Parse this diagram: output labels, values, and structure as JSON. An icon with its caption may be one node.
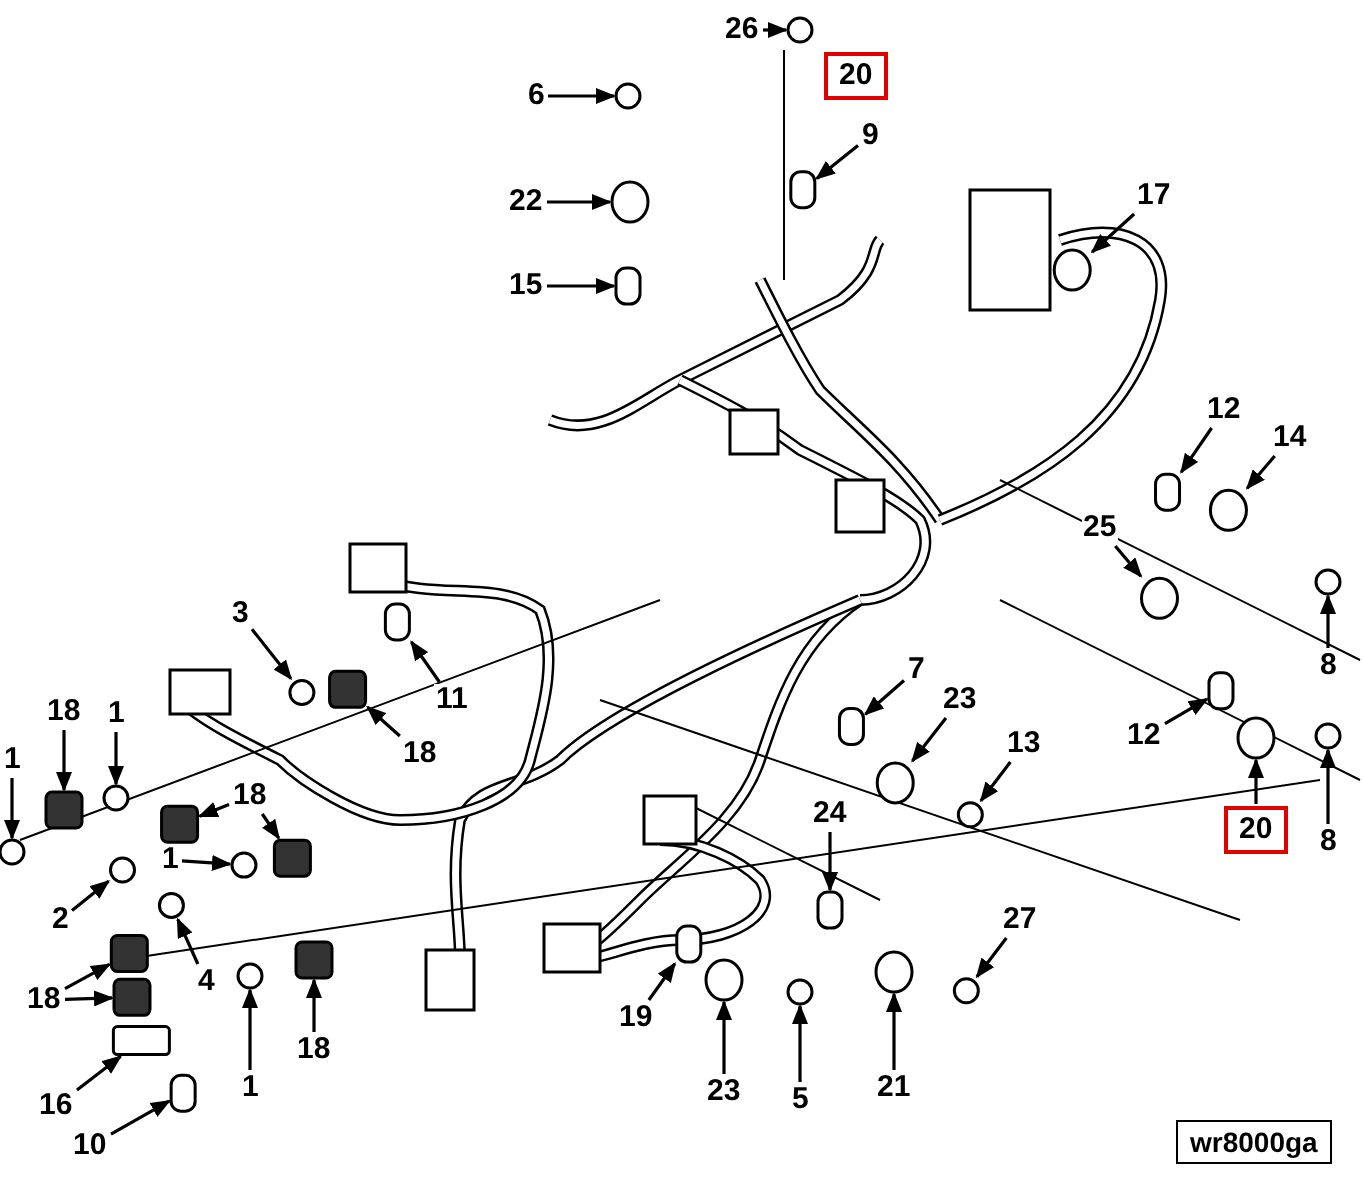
{
  "diagram": {
    "nodes": [
      {
        "text": [
          "26"
        ]
      },
      {
        "text": [
          "20"
        ]
      },
      {
        "text": [
          "6"
        ]
      },
      {
        "text": [
          "9"
        ]
      },
      {
        "text": [
          "22"
        ]
      },
      {
        "text": [
          "17"
        ]
      },
      {
        "text": [
          "15"
        ]
      },
      {
        "text": [
          "12"
        ]
      },
      {
        "text": [
          "14"
        ]
      },
      {
        "text": [
          "25"
        ]
      },
      {
        "text": [
          "3"
        ]
      },
      {
        "text": [
          "8"
        ]
      },
      {
        "text": [
          "11"
        ]
      },
      {
        "text": [
          "18"
        ]
      },
      {
        "text": [
          "1"
        ]
      },
      {
        "text": [
          "18"
        ]
      },
      {
        "text": [
          "7"
        ]
      },
      {
        "text": [
          "23"
        ]
      },
      {
        "text": [
          "1"
        ]
      },
      {
        "text": [
          "12"
        ]
      },
      {
        "text": [
          "13"
        ]
      },
      {
        "text": [
          "18"
        ]
      },
      {
        "text": [
          "1"
        ]
      },
      {
        "text": [
          "24"
        ]
      },
      {
        "text": [
          "2"
        ]
      },
      {
        "text": [
          "8"
        ]
      },
      {
        "text": [
          "20"
        ]
      },
      {
        "text": [
          "4"
        ]
      },
      {
        "text": [
          "27"
        ]
      },
      {
        "text": [
          "18"
        ]
      },
      {
        "text": [
          "1"
        ]
      },
      {
        "text": [
          "18"
        ]
      },
      {
        "text": [
          "19"
        ]
      },
      {
        "text": [
          "23"
        ]
      },
      {
        "text": [
          "5"
        ]
      },
      {
        "text": [
          "21"
        ]
      },
      {
        "text": [
          "16"
        ]
      },
      {
        "text": [
          "10"
        ]
      },
      {
        "text": [],
        "shape": "circle"
      },
      {
        "text": [],
        "shape": "circle"
      },
      {
        "text": [],
        "shape": "box"
      },
      {
        "text": [],
        "shape": "circle"
      },
      {
        "text": [],
        "shape": "circle"
      },
      {
        "text": [],
        "shape": "box"
      },
      {
        "text": [],
        "shape": "box"
      },
      {
        "text": [],
        "shape": "circle"
      },
      {
        "text": [],
        "shape": "circle"
      },
      {
        "text": [],
        "shape": "circle"
      },
      {
        "text": [],
        "shape": "circle"
      },
      {
        "text": [],
        "shape": "box"
      },
      {
        "text": [],
        "shape": "box"
      },
      {
        "text": [],
        "shape": "circle"
      },
      {
        "text": [],
        "shape": "box"
      },
      {
        "text": [],
        "shape": "box"
      },
      {
        "text": [],
        "shape": "circle"
      },
      {
        "text": [],
        "shape": "circle"
      },
      {
        "text": [],
        "shape": "box"
      },
      {
        "text": [],
        "shape": "circle"
      },
      {
        "text": [],
        "shape": "box"
      },
      {
        "text": [],
        "shape": "box"
      },
      {
        "text": [],
        "shape": "circle"
      },
      {
        "text": [],
        "shape": "box"
      },
      {
        "text": [],
        "shape": "circle"
      },
      {
        "text": [],
        "shape": "circle"
      },
      {
        "text": [],
        "shape": "circle"
      },
      {
        "text": [],
        "shape": "circle"
      },
      {
        "text": [],
        "shape": "circle"
      },
      {
        "text": [],
        "shape": "box"
      },
      {
        "text": [],
        "shape": "box"
      },
      {
        "text": [],
        "shape": "circle"
      },
      {
        "text": [],
        "shape": "box"
      },
      {
        "text": [],
        "shape": "box"
      },
      {
        "text": [],
        "shape": "circle"
      },
      {
        "text": [],
        "shape": "circle"
      },
      {
        "text": [],
        "shape": "circle"
      },
      {
        "text": [],
        "shape": "box"
      },
      {
        "text": [],
        "shape": "box"
      }
    ],
    "edges": [
      {
        "from": 0,
        "to": 38,
        "arrow": "to"
      },
      {
        "from": 2,
        "to": 39,
        "arrow": "to"
      },
      {
        "from": 3,
        "to": 40,
        "arrow": "to"
      },
      {
        "from": 4,
        "to": 41,
        "arrow": "to"
      },
      {
        "from": 5,
        "to": 42,
        "arrow": "to"
      },
      {
        "from": 6,
        "to": 43,
        "arrow": "to"
      },
      {
        "from": 7,
        "to": 44,
        "arrow": "to"
      },
      {
        "from": 8,
        "to": 45,
        "arrow": "to"
      },
      {
        "from": 9,
        "to": 46,
        "arrow": "to"
      },
      {
        "from": 10,
        "to": 47,
        "arrow": "to"
      },
      {
        "from": 11,
        "to": 48,
        "arrow": "to"
      },
      {
        "from": 12,
        "to": 49,
        "arrow": "to"
      },
      {
        "from": 13,
        "to": 50,
        "arrow": "to"
      },
      {
        "from": 14,
        "to": 51,
        "arrow": "to"
      },
      {
        "from": 15,
        "to": 52,
        "arrow": "to"
      },
      {
        "from": 16,
        "to": 53,
        "arrow": "to"
      },
      {
        "from": 17,
        "to": 54,
        "arrow": "to"
      },
      {
        "from": 18,
        "to": 55,
        "arrow": "to"
      },
      {
        "from": 19,
        "to": 56,
        "arrow": "to"
      },
      {
        "from": 20,
        "to": 57,
        "arrow": "to"
      },
      {
        "from": 21,
        "to": 58,
        "arrow": "to"
      },
      {
        "from": 21,
        "to": 59,
        "arrow": "to"
      },
      {
        "from": 22,
        "to": 60,
        "arrow": "to"
      },
      {
        "from": 23,
        "to": 61,
        "arrow": "to"
      },
      {
        "from": 24,
        "to": 62,
        "arrow": "to"
      },
      {
        "from": 25,
        "to": 63,
        "arrow": "to"
      },
      {
        "from": 26,
        "to": 64,
        "arrow": "to"
      },
      {
        "from": 27,
        "to": 65,
        "arrow": "to"
      },
      {
        "from": 28,
        "to": 66,
        "arrow": "to"
      },
      {
        "from": 29,
        "to": 67,
        "arrow": "to"
      },
      {
        "from": 29,
        "to": 68,
        "arrow": "to"
      },
      {
        "from": 30,
        "to": 69,
        "arrow": "to"
      },
      {
        "from": 31,
        "to": 70,
        "arrow": "to"
      },
      {
        "from": 32,
        "to": 71,
        "arrow": "to"
      },
      {
        "from": 33,
        "to": 72,
        "arrow": "to"
      },
      {
        "from": 34,
        "to": 73,
        "arrow": "to"
      },
      {
        "from": 35,
        "to": 74,
        "arrow": "to"
      },
      {
        "from": 36,
        "to": 75,
        "arrow": "to"
      },
      {
        "from": 37,
        "to": 76,
        "arrow": "to"
      }
    ],
    "labels": [
      "wr8000ga"
    ]
  }
}
